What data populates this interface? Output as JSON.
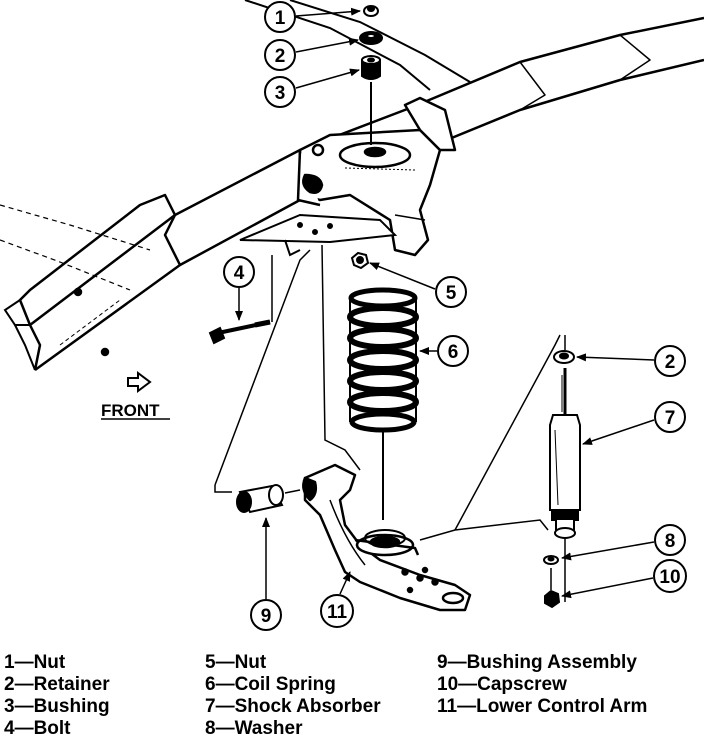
{
  "diagram": {
    "front_label": "FRONT",
    "callouts": [
      "1",
      "2",
      "3",
      "4",
      "5",
      "6",
      "2",
      "7",
      "8",
      "10",
      "9",
      "11"
    ],
    "legend": {
      "col1": [
        "1—Nut",
        "2—Retainer",
        "3—Bushing",
        "4—Bolt"
      ],
      "col2": [
        "5—Nut",
        "6—Coil Spring",
        "7—Shock Absorber",
        "8—Washer"
      ],
      "col3": [
        "9—Bushing Assembly",
        "10—Capscrew",
        "11—Lower Control Arm"
      ]
    }
  }
}
